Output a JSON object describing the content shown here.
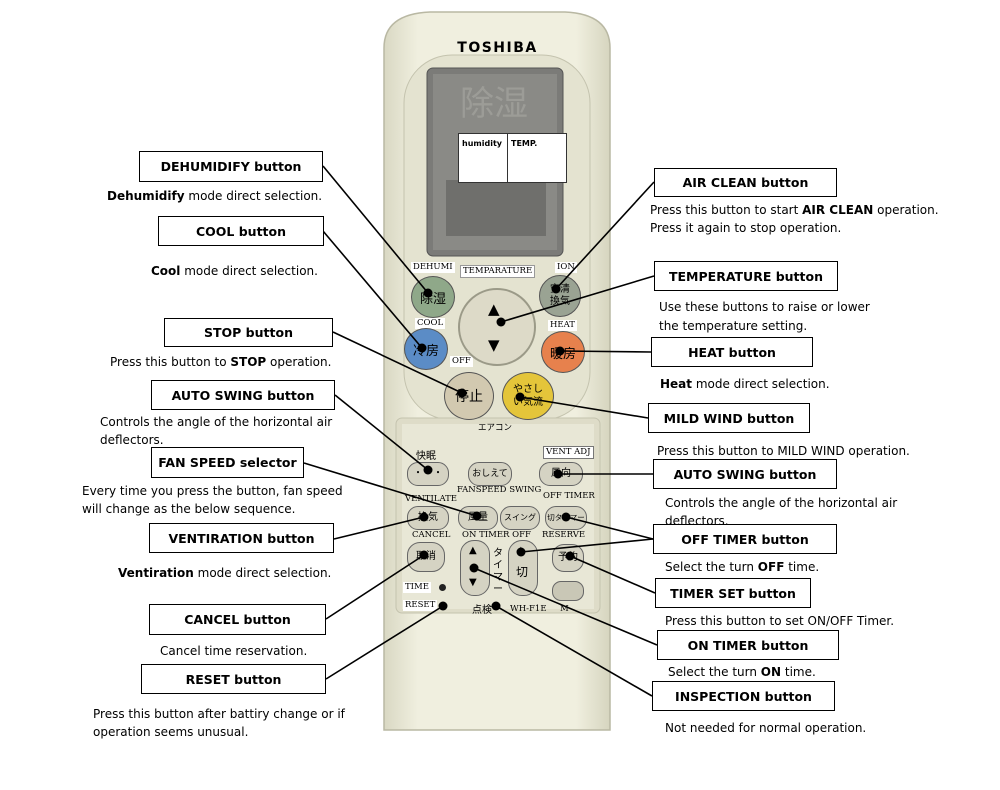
{
  "remote": {
    "brand": "TOSHIBA",
    "display_labels": {
      "humidity": "humidity",
      "temp": "TEMP."
    },
    "button_labels": {
      "dehumi": "DEHUMI",
      "temperature": "TEMPARATURE",
      "ion": "ION",
      "cool": "COOL",
      "heat": "HEAT",
      "off": "OFF",
      "aircon": "エアコン",
      "vent_adj": "VENT ADJ",
      "fanspeed_swing": "FANSPEED SWING",
      "off_timer": "OFF TIMER",
      "ventilate": "VENTILATE",
      "cancel": "CANCEL",
      "on_timer_off": "ON TIMER OFF",
      "reserve": "RESERVE",
      "time": "TIME",
      "reset": "RESET",
      "model": "WH-F1E",
      "m": "M"
    },
    "button_text": {
      "dehumi": "除湿",
      "ion": "空清換気",
      "cool": "冷房",
      "heat": "暖房",
      "stop": "停止",
      "mild": "やさしい気流",
      "kaimin": "快眠",
      "oshiete": "おしえて",
      "kazemuki": "風向",
      "kanki": "換気",
      "furyo": "風量",
      "swing": "スイング",
      "kiritimer": "切タイマー",
      "torikeshi": "取消",
      "timer": "タイマー",
      "kiri": "切",
      "yoyaku": "予約",
      "tenken": "点検"
    }
  },
  "callouts": {
    "dehumidify": {
      "label": "DEHUMIDIFY button",
      "desc_bold": "Dehumidify",
      "desc_rest": " mode direct selection."
    },
    "cool": {
      "label": "COOL button",
      "desc_bold": "Cool",
      "desc_rest": " mode direct selection."
    },
    "stop": {
      "label": "STOP button",
      "desc_pre": "Press this button to ",
      "desc_bold": "STOP",
      "desc_rest": " operation."
    },
    "auto_swing_left": {
      "label": "AUTO SWING button",
      "desc_line1": "Controls the angle of the horizontal air",
      "desc_line2": "deflectors."
    },
    "fan_speed": {
      "label": "FAN SPEED selector",
      "desc_line1": "Every time you press the button, fan speed",
      "desc_line2": "will change as the below sequence."
    },
    "ventiration": {
      "label": "VENTIRATION button",
      "desc_bold": "Ventiration",
      "desc_rest": " mode direct selection."
    },
    "cancel": {
      "label": "CANCEL button",
      "desc": "Cancel time reservation."
    },
    "reset": {
      "label": "RESET button",
      "desc_line1": "Press this button after battiry change or if",
      "desc_line2": "operation seems unusual."
    },
    "air_clean": {
      "label": "AIR CLEAN button",
      "desc_pre": "Press this button to start ",
      "desc_bold": "AIR CLEAN",
      "desc_rest": " operation.",
      "desc_line2": "Press it again to stop operation."
    },
    "temperature": {
      "label": "TEMPERATURE button",
      "desc_line1": "Use these buttons to raise or lower",
      "desc_line2": "the temperature setting."
    },
    "heat": {
      "label": "HEAT button",
      "desc_bold": "Heat",
      "desc_rest": " mode direct selection."
    },
    "mild_wind": {
      "label": "MILD WIND button",
      "desc": "Press this button to MILD WIND operation."
    },
    "auto_swing_right": {
      "label": "AUTO SWING button",
      "desc_line1": "Controls the angle of the horizontal air",
      "desc_line2": "deflectors."
    },
    "off_timer": {
      "label": "OFF TIMER button",
      "desc_pre": "Select the turn ",
      "desc_bold": "OFF",
      "desc_rest": " time."
    },
    "timer_set": {
      "label": "TIMER SET button",
      "desc": "Press this button to set ON/OFF Timer."
    },
    "on_timer": {
      "label": "ON TIMER button",
      "desc_pre": "Select the turn ",
      "desc_bold": "ON",
      "desc_rest": " time."
    },
    "inspection": {
      "label": "INSPECTION button",
      "desc": "Not needed for normal operation."
    }
  },
  "colors": {
    "dehumi": "#8fa889",
    "ion": "#9aa393",
    "cool": "#5b8cc6",
    "heat": "#e7814d",
    "stop": "#d2c9b0",
    "mild": "#e4c53a",
    "remote_body": "#ecebd9"
  }
}
